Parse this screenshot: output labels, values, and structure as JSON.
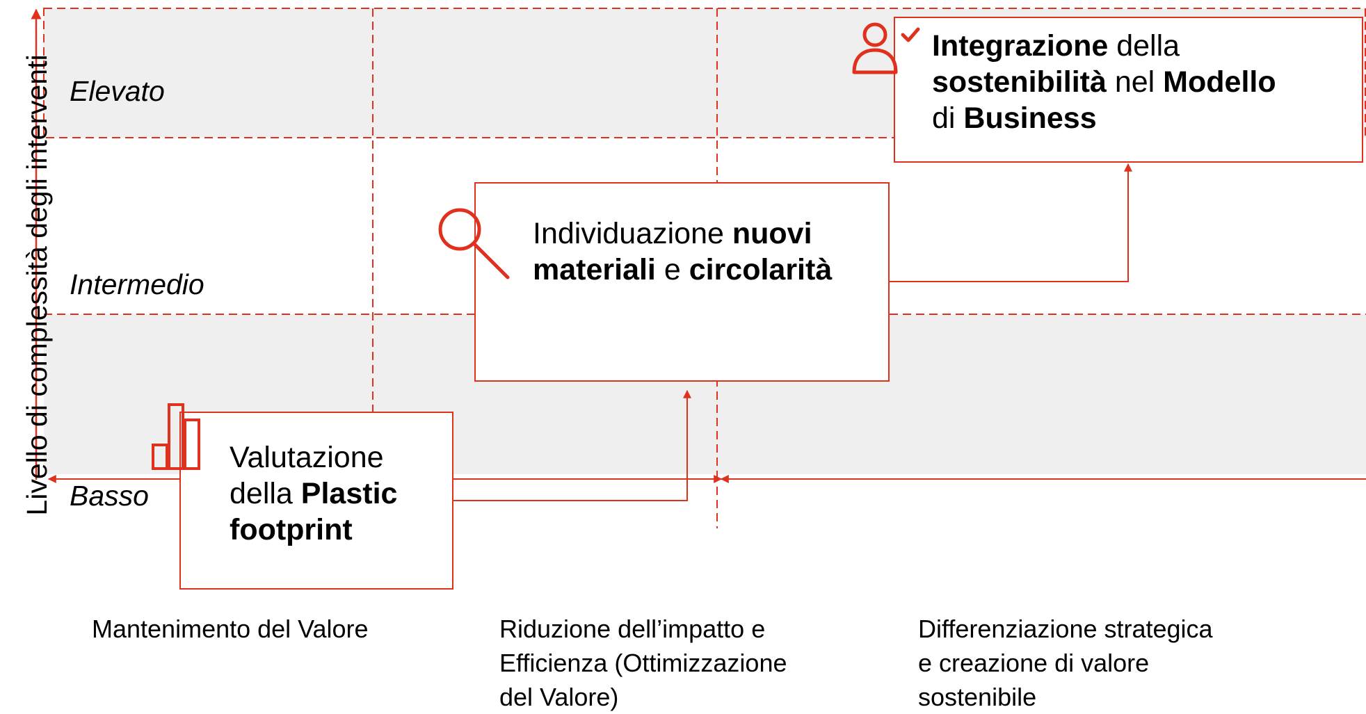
{
  "colors": {
    "accent": "#e0301e",
    "band": "#efefef"
  },
  "axes": {
    "y_label": "Livello di complessità degli interventi",
    "rows": [
      "Elevato",
      "Intermedio",
      "Basso"
    ],
    "columns": [
      [
        "Mantenimento del Valore"
      ],
      [
        "Riduzione dell’impatto e",
        "Efficienza (Ottimizzazione",
        "del Valore)"
      ],
      [
        "Differenziazione strategica",
        "e creazione di valore",
        "sostenibile"
      ]
    ]
  },
  "boxes": {
    "plastic": {
      "icon": "bar-chart-icon",
      "l1": "Valutazione",
      "l2a": "della ",
      "l2b": "Plastic",
      "l3": "footprint"
    },
    "materials": {
      "icon": "magnifier-icon",
      "l1a": "Individuazione ",
      "l1b": "nuovi",
      "l2a": "materiali",
      "l2b": " e ",
      "l2c": "circolarità"
    },
    "business": {
      "icon": "person-check-icon",
      "l1a": "Integrazione",
      "l1b": " della",
      "l2a": "sostenibilità",
      "l2b": " nel ",
      "l2c": "Modello",
      "l3a": "di ",
      "l3b": "Business"
    }
  }
}
